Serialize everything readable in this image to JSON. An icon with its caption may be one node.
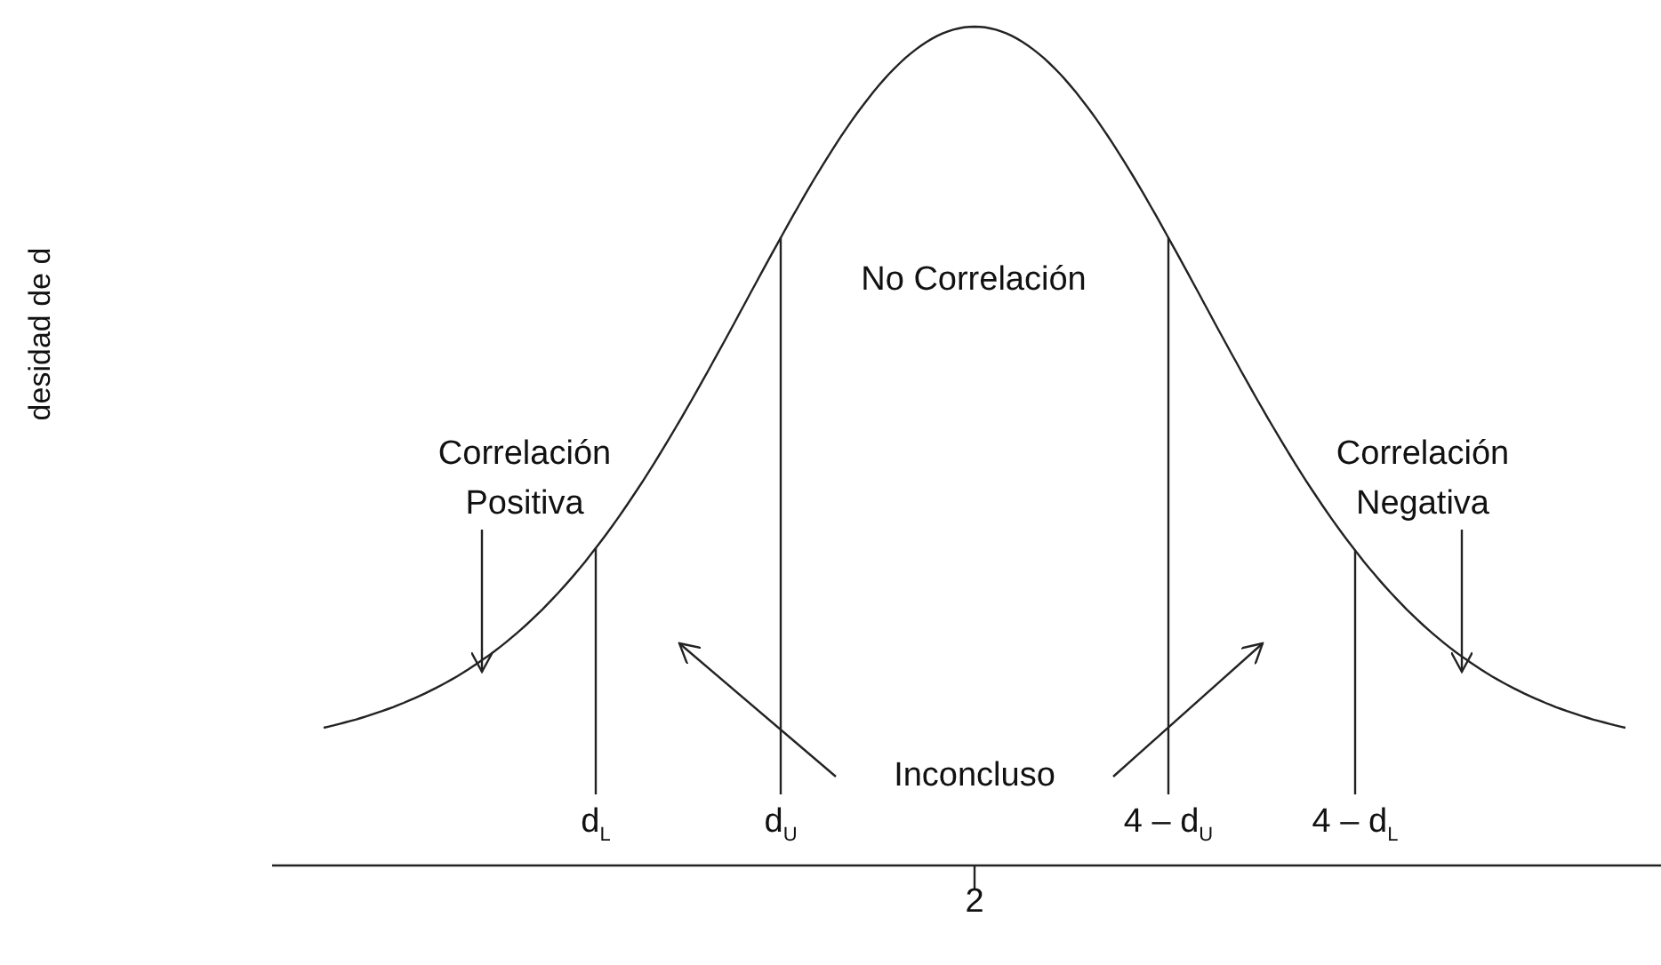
{
  "diagram": {
    "nodes": [
      {
        "text": [
          "Correlación Positiva"
        ]
      },
      {
        "text": [
          "No Correlación"
        ]
      },
      {
        "text": [
          "Correlación Negativa"
        ]
      },
      {
        "text": [
          "Inconcluso"
        ]
      }
    ],
    "edges": [
      {
        "from": 0,
        "to": null,
        "arrow": "to"
      },
      {
        "from": 2,
        "to": null,
        "arrow": "to"
      },
      {
        "from": 3,
        "to": null,
        "arrow": "to"
      },
      {
        "from": 3,
        "to": null,
        "arrow": "to"
      }
    ],
    "labels": [
      "desidad de d",
      "d$_{L}$",
      "d$_{U}$",
      "4 – d$_{U}$",
      "4 – d$_{L}$",
      "2"
    ]
  }
}
